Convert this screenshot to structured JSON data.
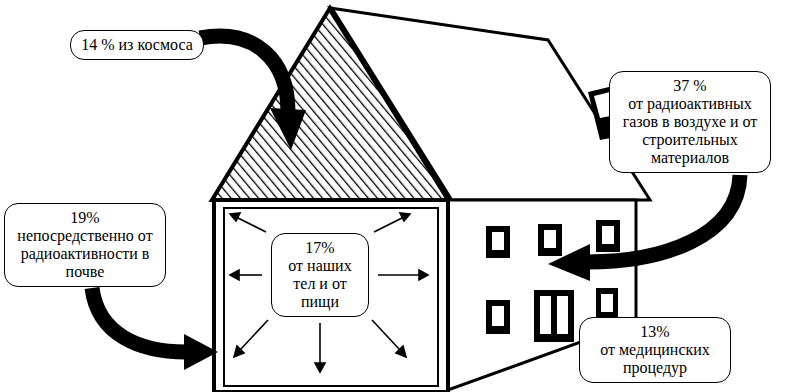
{
  "diagram": {
    "nodes": [
      {
        "text": [
          "14 % из космоса"
        ]
      },
      {
        "text": [
          "37 %",
          "от радиоактивных газов в воздухе и от строительных материалов"
        ]
      },
      {
        "text": [
          "19%",
          "непосредственно от радиоактивности в почве"
        ]
      },
      {
        "text": [
          "17%",
          "от наших тел и от пищи"
        ]
      },
      {
        "text": [
          "13%",
          "от медицинских процедур"
        ]
      }
    ]
  }
}
